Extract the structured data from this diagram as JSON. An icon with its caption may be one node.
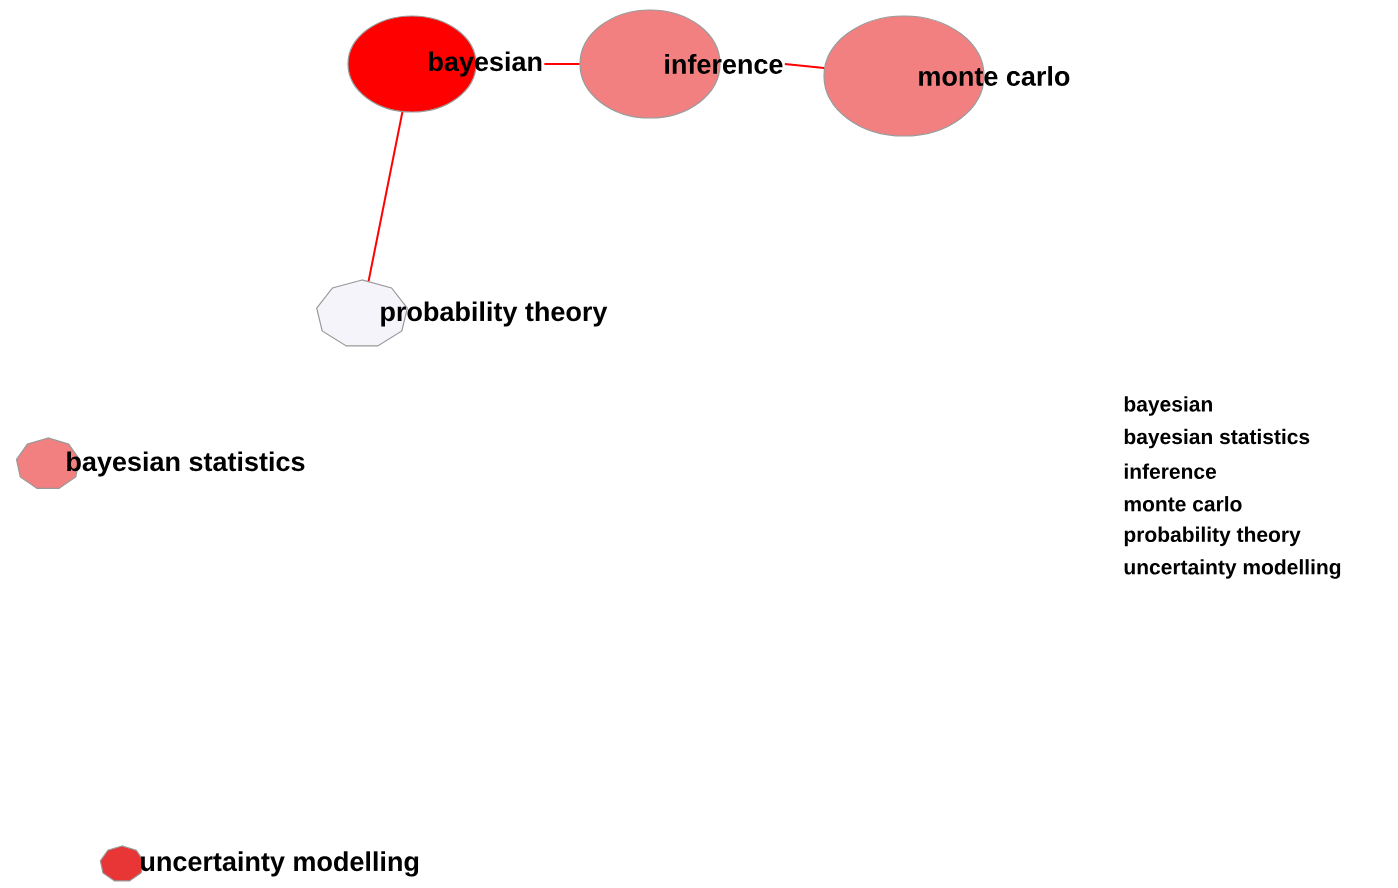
{
  "diagram": {
    "nodes": [
      {
        "text": [
          "bayesian"
        ]
      },
      {
        "text": [
          "inference"
        ]
      },
      {
        "text": [
          "monte carlo"
        ]
      },
      {
        "text": [
          "probability theory"
        ]
      },
      {
        "text": [
          "bayesian statistics"
        ]
      },
      {
        "text": [
          "uncertainty modelling"
        ]
      }
    ],
    "edges": [
      {
        "from": 0,
        "to": 1,
        "arrow": "none"
      },
      {
        "from": 1,
        "to": 2,
        "arrow": "none"
      },
      {
        "from": 0,
        "to": 3,
        "arrow": "none"
      }
    ],
    "labels": [
      "bayesian",
      "bayesian statistics",
      "inference",
      "monte carlo",
      "probability theory",
      "uncertainty modelling"
    ]
  }
}
